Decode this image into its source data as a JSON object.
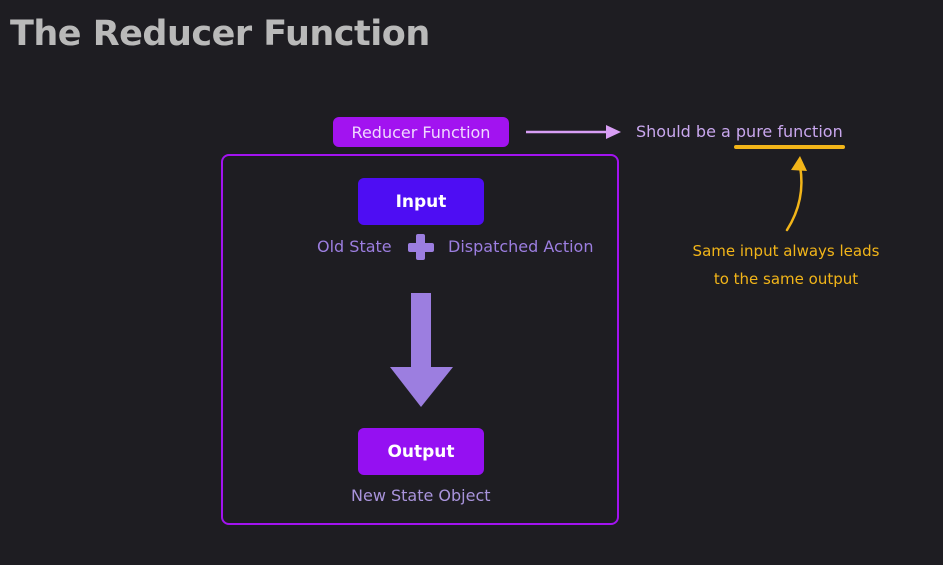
{
  "title": "The Reducer Function",
  "reducer_label": "Reducer Function",
  "pure_label": "Should be a pure function",
  "input_label": "Input",
  "old_state_label": "Old State",
  "dispatched_action_label": "Dispatched Action",
  "output_label": "Output",
  "new_state_label": "New State Object",
  "note_line1": "Same input always leads",
  "note_line2": "to the same output",
  "colors": {
    "background": "#1e1d22",
    "accent_purple": "#a213f0",
    "input_blue": "#4e0df3",
    "output_purple": "#9510f2",
    "lavender": "#9c7ee0",
    "pink": "#d89ef5",
    "yellow": "#f2b519"
  },
  "icons": [
    "plus-icon",
    "down-arrow-icon",
    "right-arrow-icon",
    "curved-up-arrow-icon",
    "underline-highlight"
  ]
}
